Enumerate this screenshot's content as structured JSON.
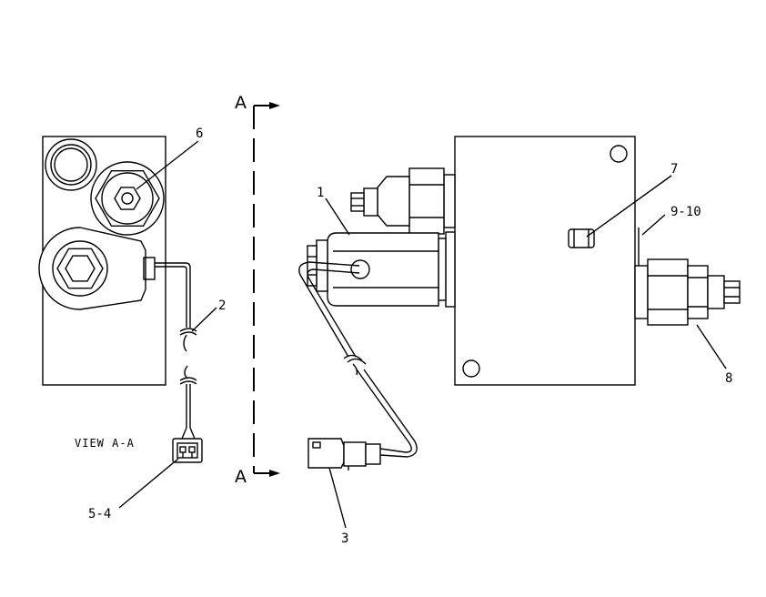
{
  "section": {
    "top_label": "A",
    "bottom_label": "A"
  },
  "view_caption": "VIEW A-A",
  "callouts": {
    "c1": "1",
    "c2": "2",
    "c3": "3",
    "c54": "5-4",
    "c6": "6",
    "c7": "7",
    "c8": "8",
    "c910": "9-10"
  }
}
